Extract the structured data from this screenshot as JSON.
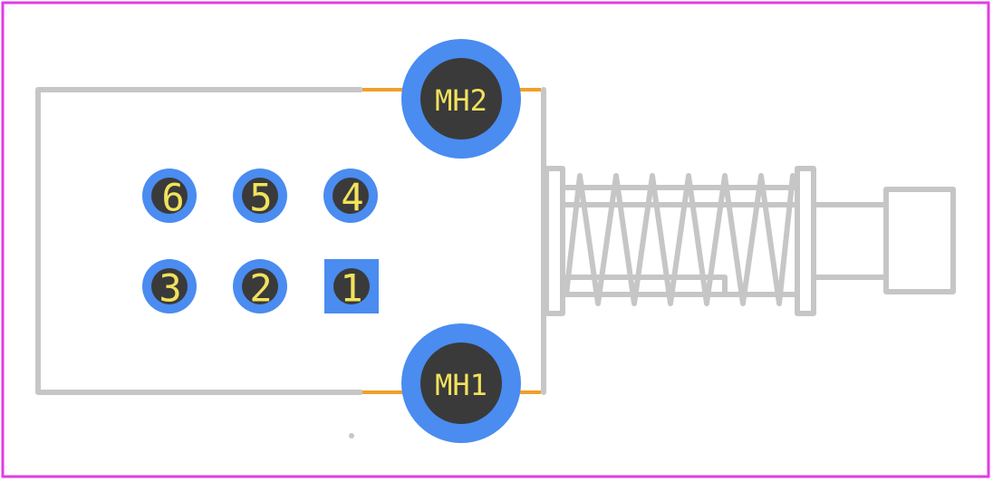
{
  "colors": {
    "background": "#ffffff",
    "courtyard": "#e23be6",
    "silkscreen": "#c6c6c6",
    "copper_pad": "#4a8cf0",
    "drill_hole": "#3a3a3a",
    "pad_label": "#f2e25c",
    "keepout_line": "#f0a02a"
  },
  "pads": [
    {
      "label": "6",
      "shape": "round"
    },
    {
      "label": "5",
      "shape": "round"
    },
    {
      "label": "4",
      "shape": "round"
    },
    {
      "label": "3",
      "shape": "round"
    },
    {
      "label": "2",
      "shape": "round"
    },
    {
      "label": "1",
      "shape": "square"
    }
  ],
  "mounting_holes": [
    {
      "label": "MH2"
    },
    {
      "label": "MH1"
    }
  ]
}
